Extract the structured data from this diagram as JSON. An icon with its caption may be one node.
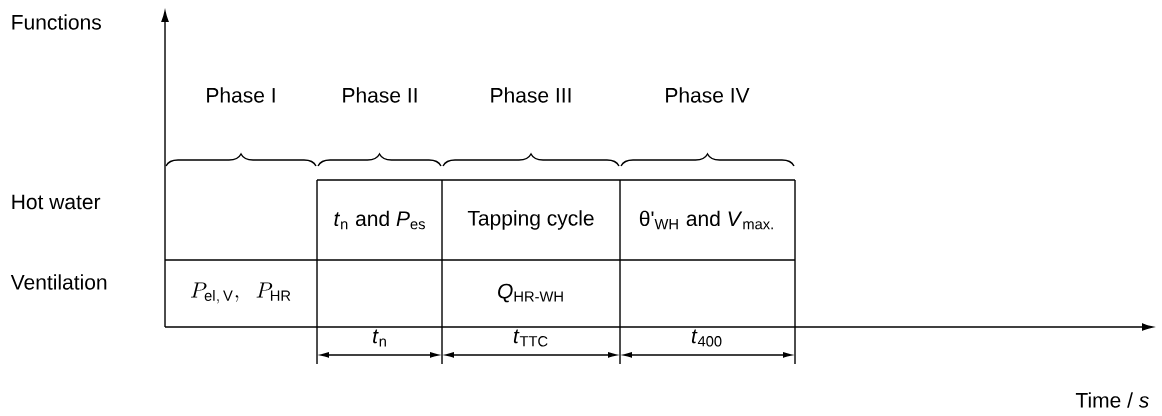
{
  "diagram": {
    "labels": [
      "Functions",
      "Phase I",
      "Phase II",
      "Phase III",
      "Phase IV",
      "Hot water",
      "*t*$_{n}$ and *P*$_{es}$",
      "Tapping cycle",
      "θ'$_{WH}$ and *V*$_{max.}$",
      "Ventilation",
      "P_{\\mathrm{el,\\,V}},\\;\\; P_{\\mathrm{HR}}",
      "*Q*$_{HR-WH}$",
      "*t*$_{n}$",
      "*t*$_{TTC}$",
      "*t*$_{400}$",
      "Time / *s*"
    ]
  }
}
